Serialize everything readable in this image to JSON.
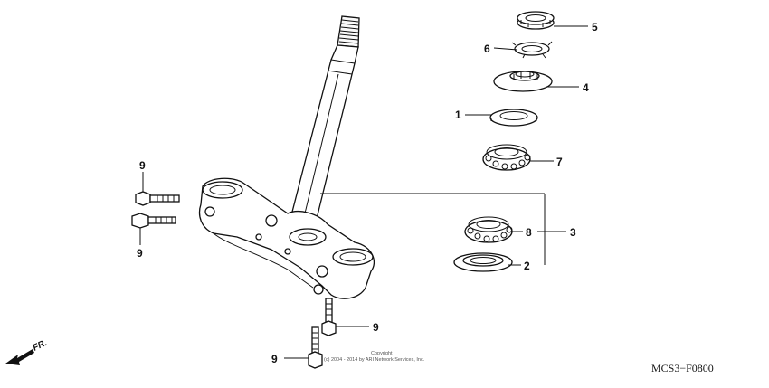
{
  "diagram": {
    "code": "MCS3−F0800",
    "front_arrow_label": "FR.",
    "copyright_line1": "Copyright",
    "copyright_line2": "(c) 2004 - 2014 by ARI Network Services, Inc.",
    "callouts": {
      "c1": "1",
      "c2": "2",
      "c3": "3",
      "c4": "4",
      "c5": "5",
      "c6": "6",
      "c7": "7",
      "c8": "8",
      "c9a": "9",
      "c9b": "9",
      "c9c": "9",
      "c9d": "9"
    }
  }
}
